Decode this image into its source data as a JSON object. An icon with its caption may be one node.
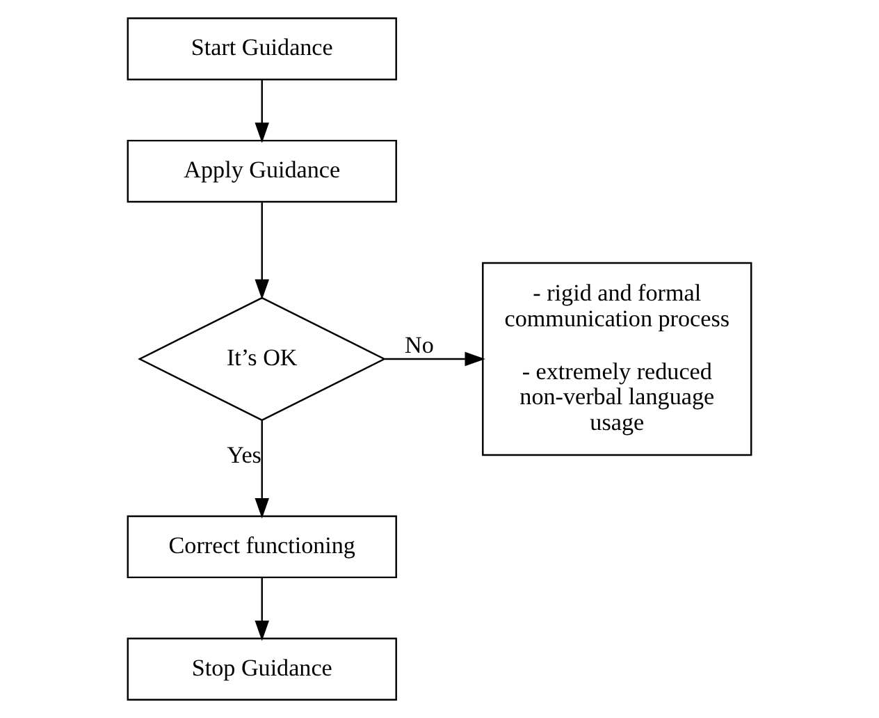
{
  "diagram": {
    "nodes": [
      {
        "text": [
          "Start Guidance"
        ]
      },
      {
        "text": [
          "Apply Guidance"
        ]
      },
      {
        "text": [
          "It’s OK"
        ]
      },
      {
        "text": [
          "- rigid and formal communication process",
          "- extremely reduced non-verbal language usage"
        ]
      },
      {
        "text": [
          "Correct functioning"
        ]
      },
      {
        "text": [
          "Stop Guidance"
        ]
      }
    ],
    "edges": [
      {
        "from": 0,
        "to": 1,
        "arrow": "to"
      },
      {
        "from": 1,
        "to": 2,
        "arrow": "to"
      },
      {
        "from": 2,
        "to": 3,
        "arrow": "to",
        "label": "No"
      },
      {
        "from": 2,
        "to": 4,
        "arrow": "to",
        "label": "Yes"
      },
      {
        "from": 4,
        "to": 5,
        "arrow": "to"
      }
    ]
  }
}
